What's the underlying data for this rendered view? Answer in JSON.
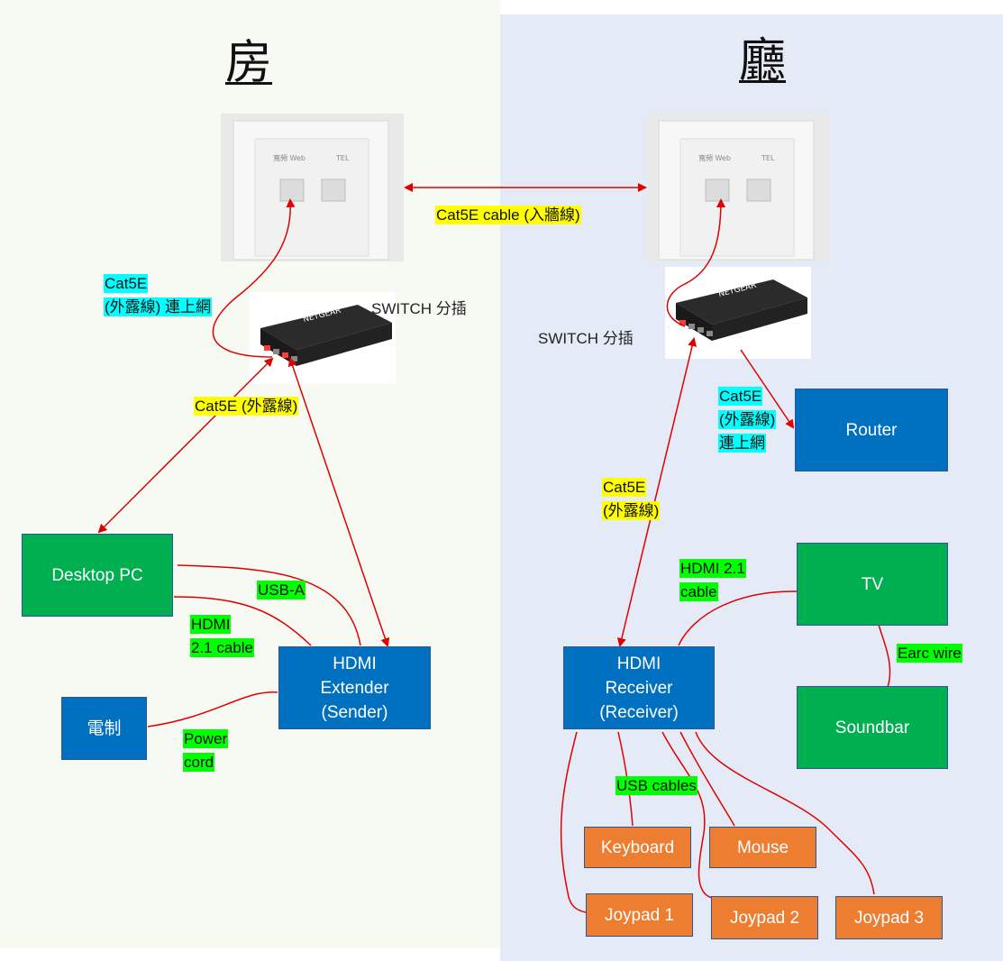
{
  "rooms": {
    "left": "房",
    "right": "廳"
  },
  "wall_plate": {
    "port_left": "寬頻 Web",
    "port_right": "TEL"
  },
  "switch": {
    "brand": "NETGEAR",
    "label_left": "SWITCH 分插",
    "label_right": "SWITCH 分插"
  },
  "links": {
    "wall_cable": "Cat5E cable (入牆線)",
    "left_up": "Cat5E\n(外露線) 連上網",
    "left_pc": "Cat5E (外露線)",
    "router_link": "Cat5E\n(外露線)\n連上網",
    "receiver_link": "Cat5E\n(外露線)",
    "usb_a": "USB-A",
    "hdmi_left": "HDMI\n2.1 cable",
    "power": "Power\ncord",
    "hdmi_right": "HDMI 2.1\ncable",
    "earc": "Earc wire",
    "usb_cables": "USB cables"
  },
  "devices": {
    "desktop_pc": "Desktop PC",
    "hdmi_extender": "HDMI\nExtender\n(Sender)",
    "power_outlet": "電制",
    "router": "Router",
    "tv": "TV",
    "hdmi_receiver": "HDMI\nReceiver\n(Receiver)",
    "soundbar": "Soundbar",
    "keyboard": "Keyboard",
    "mouse": "Mouse",
    "joypad_1": "Joypad 1",
    "joypad_2": "Joypad 2",
    "joypad_3": "Joypad 3"
  },
  "colors": {
    "pc_box": "#00b050",
    "hub_box": "#0070c0",
    "peripheral_box": "#ed7d31",
    "wire": "#e00000",
    "highlight_yellow": "#ffff00",
    "highlight_green": "#00ff00",
    "highlight_cyan": "#00ffff"
  }
}
